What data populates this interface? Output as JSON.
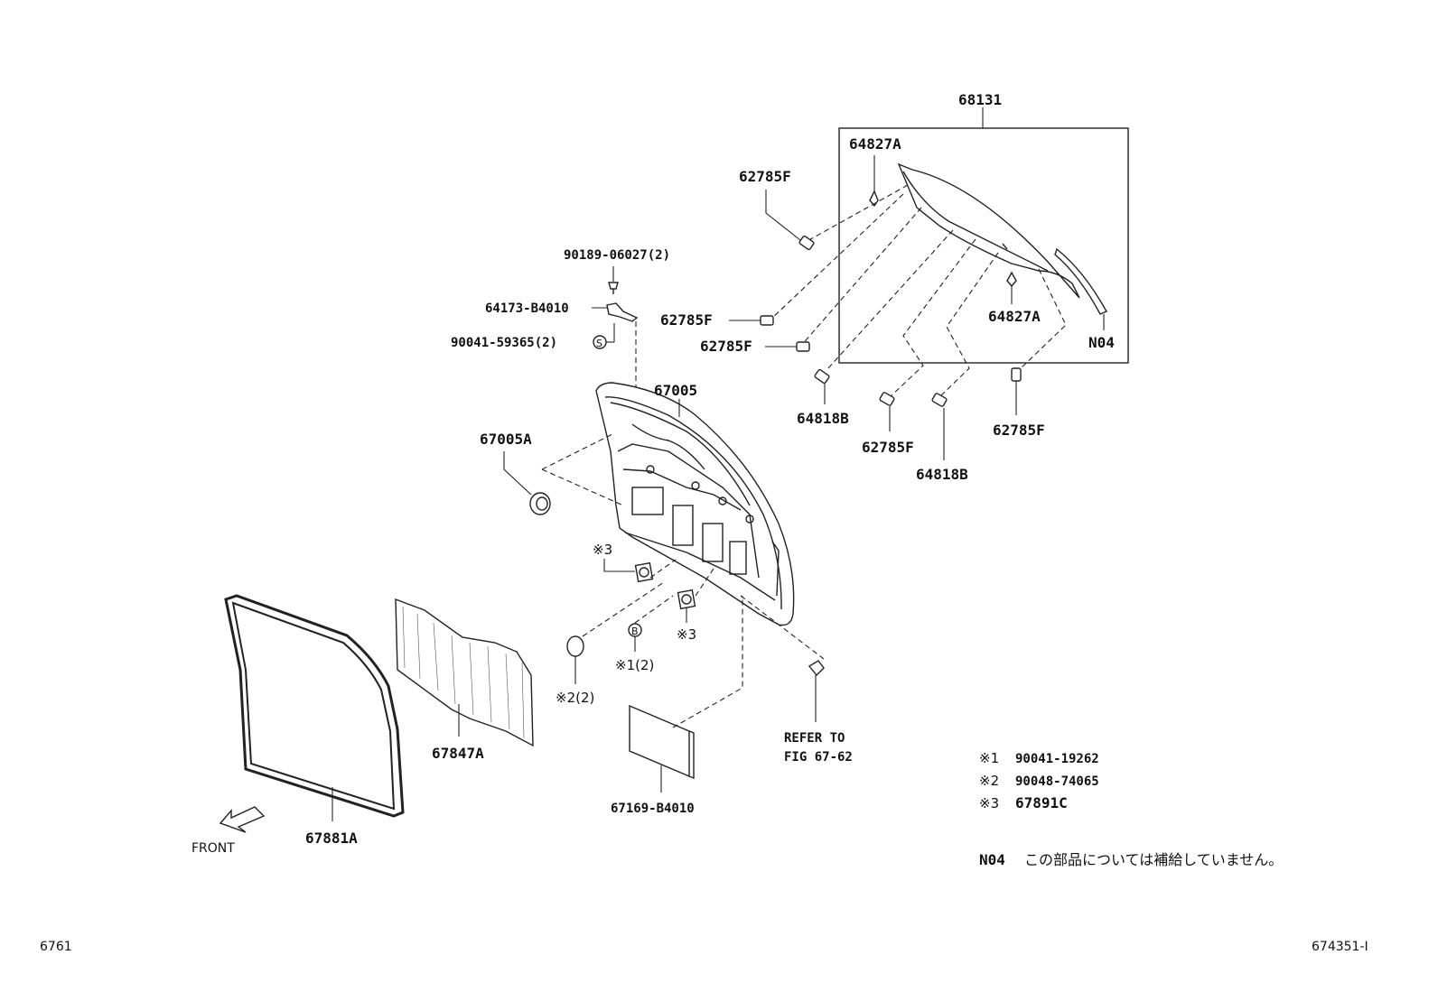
{
  "labels": {
    "p68131": "68131",
    "p64827a_top": "64827A",
    "p64827a_bot": "64827A",
    "p62785f_a": "62785F",
    "p62785f_b": "62785F",
    "p62785f_c": "62785F",
    "p62785f_d": "62785F",
    "p62785f_e": "62785F",
    "pN04": "N04",
    "p64818b_a": "64818B",
    "p64818b_b": "64818B",
    "p90189": "90189-06027(2)",
    "p64173": "64173-B4010",
    "p90041": "90041-59365(2)",
    "p67005": "67005",
    "p67005a": "67005A",
    "p67847a": "67847A",
    "p67881a": "67881A",
    "p67169": "67169-B4010",
    "note3_a": "※3",
    "note3_b": "※3",
    "note2": "※2(2)",
    "note1": "※1(2)",
    "refer_1": "REFER TO",
    "refer_2": "FIG 67-62",
    "front": "FRONT",
    "circle_s": "S",
    "circle_b": "B"
  },
  "legend": [
    {
      "mark": "※1",
      "part": "90041-19262"
    },
    {
      "mark": "※2",
      "part": "90048-74065"
    },
    {
      "mark": "※3",
      "part": "67891C"
    }
  ],
  "note": {
    "code": "N04",
    "text": "この部品については補給していません。"
  },
  "footer": {
    "left": "6761",
    "right": "674351-I"
  }
}
